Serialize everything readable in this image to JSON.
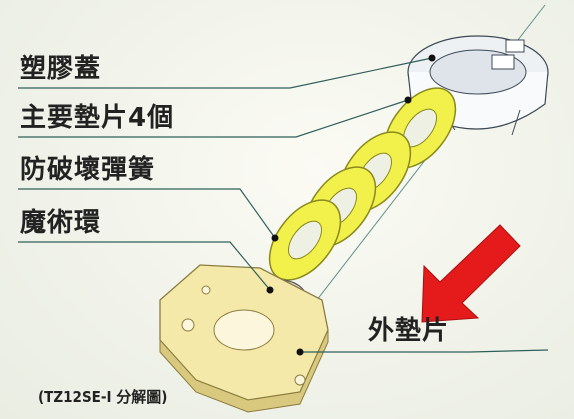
{
  "labels": {
    "cover": "塑膠蓋",
    "main_gaskets": "主要墊片4個",
    "anti_break_spring": "防破壞彈簧",
    "magic_ring": "魔術環",
    "outer_gasket": "外墊片"
  },
  "caption": "(TZ12SE-I 分解圖)",
  "colors": {
    "gasket_fill": "#f2f04a",
    "gasket_edge": "#8a8a1e",
    "arrow": "#e51b1b",
    "base_fill": "#f4e9a8",
    "cover_fill": "#f7f9fb",
    "leader_line": "#2f5f5a"
  }
}
